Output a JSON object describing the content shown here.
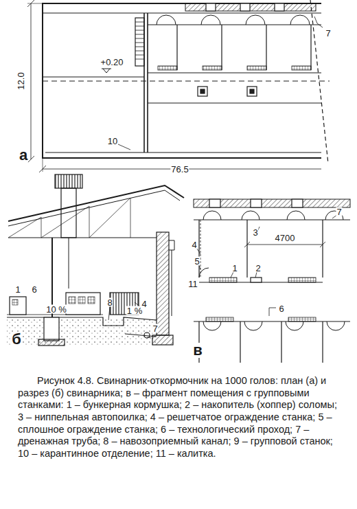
{
  "diagram": {
    "caption": "Рисунок 4.8. Свинарник-откормочник на 1000 голов: план (а) и разрез (б) свинарника; в – фрагмент помещения с групповыми станками: 1 – бункерная кормушка; 2 – накопитель (хоппер) соломы; 3 – ниппельная автопоилка; 4 – решетчатое ограждение станка; 5 – сплошное ограждение станка; 6 – технологический проход; 7 – дренажная труба; 8 – навозоприемный канал; 9 – групповой станок; 10 – карантинное отделение; 11 – калитка.",
    "labels": [
      "7",
      "12.0",
      "+0.20",
      "10",
      "76.5",
      "а",
      "1",
      "6",
      "10 %",
      "8",
      "4",
      "1 %",
      "7",
      "б",
      "7",
      "4",
      "3",
      "4700",
      "5",
      "11",
      "1",
      "2",
      "6",
      "в"
    ]
  }
}
